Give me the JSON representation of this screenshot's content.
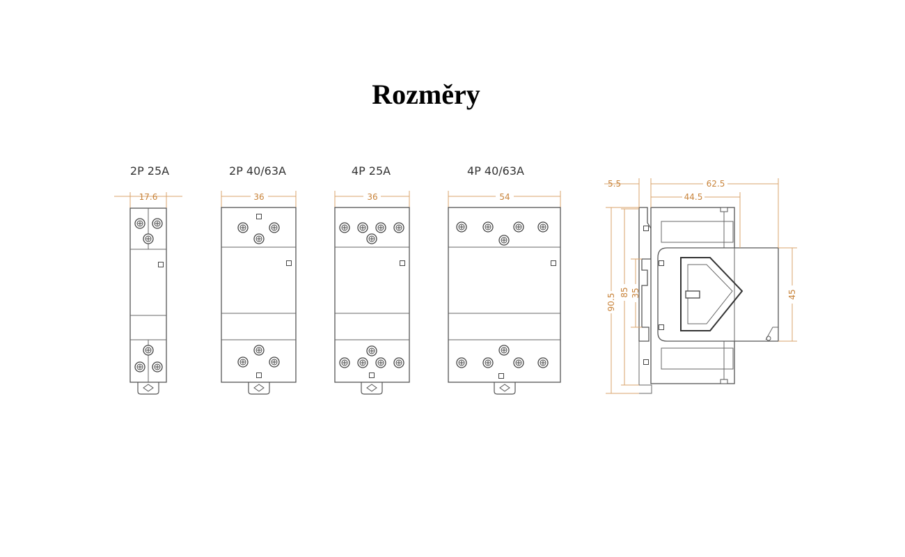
{
  "title": "Rozměry",
  "modules": [
    {
      "label": "2P 25A",
      "width_dim": "17.6"
    },
    {
      "label": "2P 40/63A",
      "width_dim": "36"
    },
    {
      "label": "4P 25A",
      "width_dim": "36"
    },
    {
      "label": "4P 40/63A",
      "width_dim": "54"
    }
  ],
  "side_view": {
    "dim_top_small": "5.5",
    "dim_total_depth": "62.5",
    "dim_depth": "44.5",
    "dim_height_total": "90.5",
    "dim_height": "85",
    "dim_rail": "35",
    "dim_front": "45"
  },
  "colors": {
    "dimension": "#c8833a",
    "outline": "#555555"
  }
}
